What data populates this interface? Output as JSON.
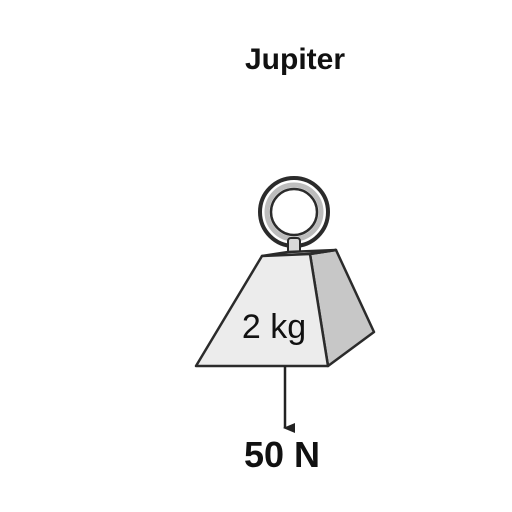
{
  "title": "Jupiter",
  "mass_label": "2 kg",
  "force_label": "50 N"
}
